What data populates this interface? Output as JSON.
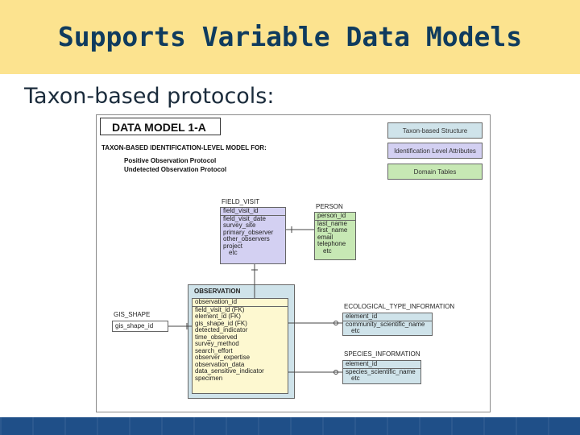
{
  "slide": {
    "title": "Supports Variable Data Models",
    "subtitle": "Taxon-based protocols:"
  },
  "diagram": {
    "model_title": "DATA MODEL 1-A",
    "model_for": "TAXON-BASED IDENTIFICATION-LEVEL MODEL FOR:",
    "protocols": [
      "Positive Observation Protocol",
      "Undetected Observation Protocol"
    ],
    "legend": [
      {
        "label": "Taxon-based Structure",
        "color": "#cfe3ea"
      },
      {
        "label": "Identification Level Attributes",
        "color": "#d3d0f2"
      },
      {
        "label": "Domain Tables",
        "color": "#c7e8b4"
      }
    ],
    "entities": {
      "field_visit": {
        "name": "FIELD_VISIT",
        "key": "field_visit_id",
        "attrs": [
          "field_visit_date",
          "survey_site",
          "primary_observer",
          "other_observers",
          "project",
          "etc"
        ]
      },
      "person": {
        "name": "PERSON",
        "key": "person_id",
        "attrs": [
          "last_name",
          "first_name",
          "email",
          "telephone",
          "etc"
        ]
      },
      "observation": {
        "name": "OBSERVATION",
        "key": "observation_id",
        "attrs": [
          "field_visit_id (FK)",
          "element_id (FK)",
          "gis_shape_id (FK)",
          "detected_indicator",
          "time_observed",
          "survey_method",
          "search_effort",
          "observer_expertise",
          "observation_data",
          "data_sensitive_indicator",
          "specimen"
        ]
      },
      "gis_shape": {
        "name": "GIS_SHAPE",
        "key": "gis_shape_id"
      },
      "ecological": {
        "name": "ECOLOGICAL_TYPE_INFORMATION",
        "key": "element_id",
        "attrs": [
          "community_scientific_name",
          "etc"
        ]
      },
      "species": {
        "name": "SPECIES_INFORMATION",
        "key": "element_id",
        "attrs": [
          "species_scientific_name",
          "etc"
        ]
      }
    }
  }
}
